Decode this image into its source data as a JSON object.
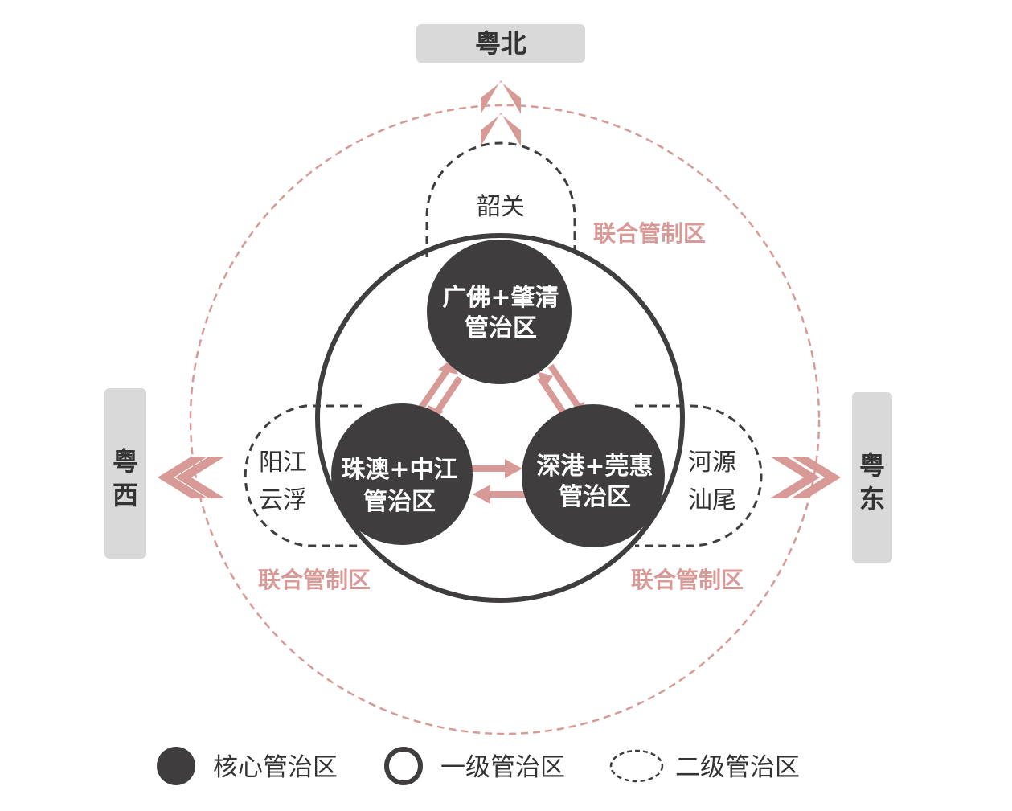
{
  "directions": {
    "north": "粤北",
    "west": "粤西",
    "east": "粤东"
  },
  "core_zones": {
    "top": {
      "line1": "广佛+肇清",
      "line2": "管治区"
    },
    "left": {
      "line1": "珠澳+中江",
      "line2": "管治区"
    },
    "right": {
      "line1": "深港+莞惠",
      "line2": "管治区"
    }
  },
  "secondary_zones": {
    "top": {
      "line1": "韶关"
    },
    "left": {
      "line1": "阳江",
      "line2": "云浮"
    },
    "right": {
      "line1": "河源",
      "line2": "汕尾"
    }
  },
  "joint_control": {
    "top_right": "联合管制区",
    "bottom_left": "联合管制区",
    "bottom_right": "联合管制区"
  },
  "legend": {
    "core": "核心管治区",
    "primary": "一级管治区",
    "secondary": "二级管治区"
  },
  "colors": {
    "core_fill": "#3f3d3e",
    "primary_stroke": "#3f3d3e",
    "accent": "#d89a97",
    "direction_box": "#d9d9d9"
  }
}
